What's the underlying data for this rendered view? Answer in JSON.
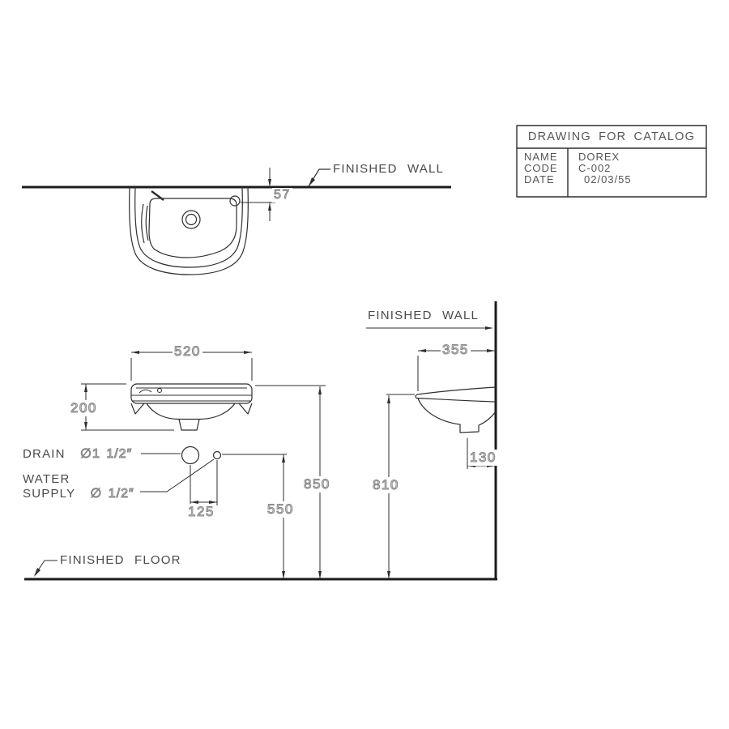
{
  "title_block": {
    "header": "DRAWING FOR CATALOG",
    "rows": [
      {
        "label": "NAME",
        "value": "DOREX"
      },
      {
        "label": "CODE",
        "value": "C-002"
      },
      {
        "label": "DATE",
        "value": "02/03/55"
      }
    ]
  },
  "labels": {
    "finished_wall_top": "FINISHED WALL",
    "finished_wall_side": "FINISHED WALL",
    "finished_floor": "FINISHED FLOOR",
    "drain": "DRAIN",
    "drain_size": "∅1 1/2″",
    "water_line1": "WATER",
    "water_line2": "SUPPLY",
    "water_size": "∅ 1/2″"
  },
  "dimensions": {
    "tap_hole_to_wall": "57",
    "basin_width": "520",
    "basin_height": "200",
    "hole_spacing": "125",
    "supply_height": "550",
    "rim_height": "850",
    "basin_depth": "355",
    "drain_to_wall": "130",
    "front_edge_height": "810"
  },
  "colors": {
    "line": "#2e2e2e",
    "heavy_line": "#1c1c1c",
    "dim_text": "#8c8c8c",
    "label_text": "#4a4a4a",
    "background": "#ffffff"
  }
}
